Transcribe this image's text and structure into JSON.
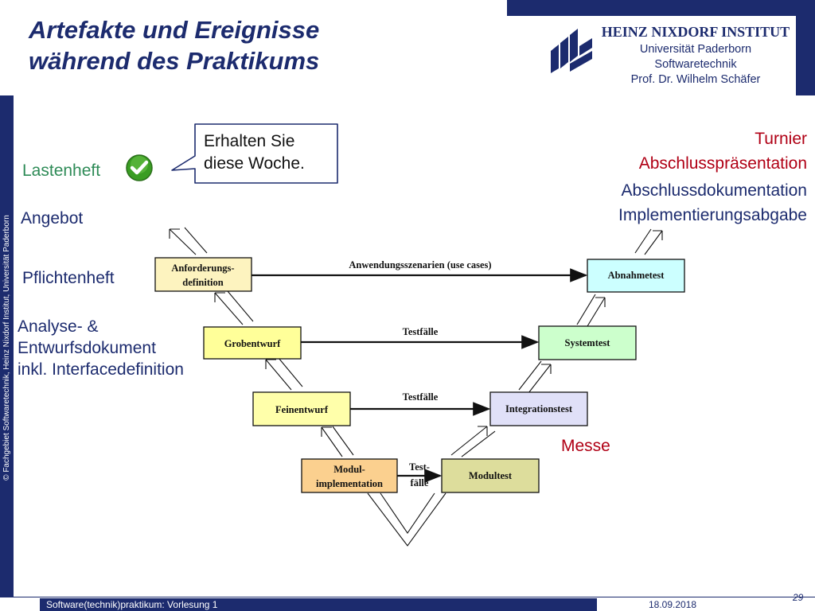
{
  "slide": {
    "title_line1": "Artefakte und Ereignisse",
    "title_line2": "während des Praktikums",
    "copyright": "© Fachgebiet Softwaretechnik, Heinz Nixdorf Institut, Universität Paderborn"
  },
  "institute": {
    "name": "HEINZ NIXDORF INSTITUT",
    "line1": "Universität Paderborn",
    "line2": "Softwaretechnik",
    "line3": "Prof. Dr. Wilhelm Schäfer"
  },
  "artifacts_left": {
    "lastenheft": "Lastenheft",
    "angebot": "Angebot",
    "pflichtenheft": "Pflichtenheft",
    "analyse1": "Analyse- &",
    "analyse2": "Entwurfsdokument",
    "analyse3": "inkl. Interfacedefinition"
  },
  "callout": {
    "line1": "Erhalten Sie",
    "line2": "diese Woche."
  },
  "events_right": {
    "turnier": "Turnier",
    "abschlusspraesentation": "Abschlusspräsentation",
    "abschlussdokumentation": "Abschlussdokumentation",
    "implementierungsabgabe": "Implementierungsabgabe",
    "messe": "Messe"
  },
  "vmodel": {
    "left_boxes": [
      {
        "line1": "Anforderungs-",
        "line2": "definition"
      },
      {
        "line1": "Grobentwurf",
        "line2": ""
      },
      {
        "line1": "Feinentwurf",
        "line2": ""
      },
      {
        "line1": "Modul-",
        "line2": "implementation"
      }
    ],
    "right_boxes": [
      "Abnahmetest",
      "Systemtest",
      "Integrationstest",
      "Modultest"
    ],
    "arrow_labels": [
      "Anwendungsszenarien (use cases)",
      "Testfälle",
      "Testfälle"
    ],
    "bottom_arrow_label_line1": "Test-",
    "bottom_arrow_label_line2": "fälle"
  },
  "footer": {
    "course": "Software(technik)praktikum: Vorlesung 1",
    "date": "18.09.2018",
    "page": "29"
  },
  "colors": {
    "brand_blue": "#1c2b6e",
    "highlight_red": "#b00015",
    "lastenheft_green": "#2e8b57",
    "checkmark_green": "#3a9d23",
    "box_pink_yellow": "#fdf3bf",
    "box_yellow": "#ffff99",
    "box_light_yellow": "#ffffaa",
    "box_orange": "#fbd08f",
    "box_cyan": "#ccffff",
    "box_mint": "#ccffcc",
    "box_lavender": "#e0e0f8",
    "box_olive": "#dddd9c"
  }
}
